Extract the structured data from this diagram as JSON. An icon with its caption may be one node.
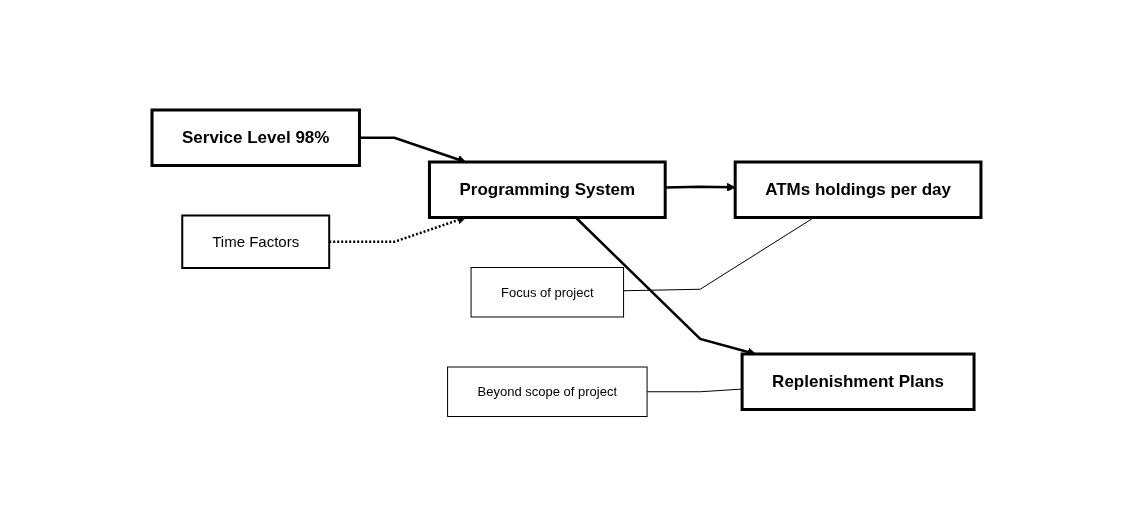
{
  "diagram": {
    "nodes": [
      {
        "text": [
          "Service Level 98%"
        ]
      },
      {
        "text": [
          "Time Factors"
        ]
      },
      {
        "text": [
          "Programming System"
        ]
      },
      {
        "text": [
          "ATMs holdings per day"
        ]
      },
      {
        "text": [
          "Replenishment Plans"
        ]
      },
      {
        "text": [
          "Focus of project"
        ]
      },
      {
        "text": [
          "Beyond scope of project"
        ]
      }
    ],
    "edges": [
      {
        "from": 0,
        "to": 2,
        "arrow": "to"
      },
      {
        "from": 1,
        "to": 2,
        "arrow": "to",
        "style": "dashed"
      },
      {
        "from": 2,
        "to": 3,
        "arrow": "to"
      },
      {
        "from": 2,
        "to": 4,
        "arrow": "to"
      },
      {
        "from": 5,
        "to": 3,
        "arrow": "none"
      },
      {
        "from": 6,
        "to": 4,
        "arrow": "none"
      }
    ]
  }
}
